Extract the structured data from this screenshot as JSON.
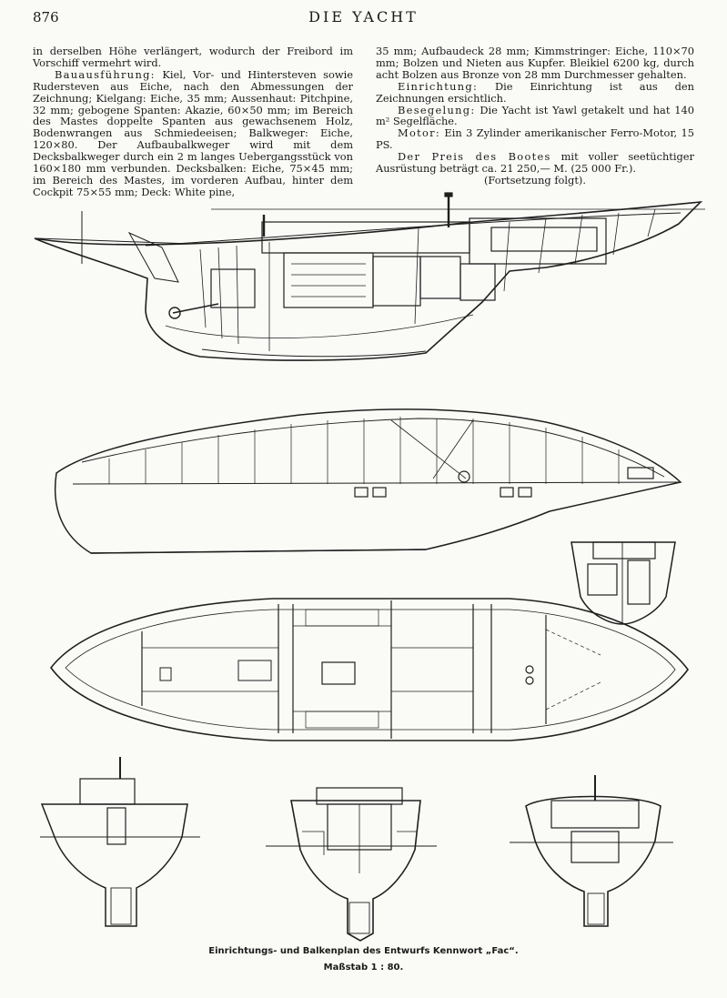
{
  "header": {
    "page_number": "876",
    "title": "DIE YACHT"
  },
  "text_left": {
    "p1": "in derselben Höhe verlängert, wodurch der Freibord im Vorschiff vermehrt wird.",
    "p2_lead": "Bauausführung:",
    "p2_body": " Kiel, Vor- und Hintersteven sowie Rudersteven aus Eiche, nach den Abmessungen der Zeichnung; Kielgang: Eiche, 35 mm; Aussenhaut: Pitchpine, 32 mm; gebogene Spanten: Akazie, 60×50 mm; im Bereich des Mastes doppelte Spanten aus gewachsenem Holz, Bodenwrangen aus Schmiedeeisen; Balkweger: Eiche, 120×80. Der Aufbaubalkweger wird mit dem Decksbalkweger durch ein 2 m langes Uebergangsstück von 160×180 mm verbunden. Decksbalken: Eiche, 75×45 mm; im Bereich des Mastes, im vorderen Aufbau, hinter dem Cockpit 75×55 mm; Deck: White pine,"
  },
  "text_right": {
    "p1": "35 mm; Aufbaudeck 28 mm; Kimmstringer: Eiche, 110×70 mm; Bolzen und Nieten aus Kupfer. Bleikiel 6200 kg, durch acht Bolzen aus Bronze von 28 mm Durchmesser gehalten.",
    "p2_lead": "Einrichtung:",
    "p2_body": " Die Einrichtung ist aus den Zeichnungen ersichtlich.",
    "p3_lead": "Besegelung:",
    "p3_body": " Die Yacht ist Yawl getakelt und hat 140 m² Segelfläche.",
    "p4_lead": "Motor:",
    "p4_body": " Ein 3 Zylinder amerikanischer Ferro-Motor, 15 PS.",
    "p5_lead": "Der Preis des Bootes",
    "p5_body": " mit voller seetüchtiger Ausrüstung beträgt ca. 21 250,— M. (25 000 Fr.).",
    "p6": "(Fortsetzung folgt)."
  },
  "drawing": {
    "caption": "Einrichtungs- und Balkenplan des Entwurfs Kennwort „Fac“.",
    "scale": "Maßstab 1 : 80."
  }
}
